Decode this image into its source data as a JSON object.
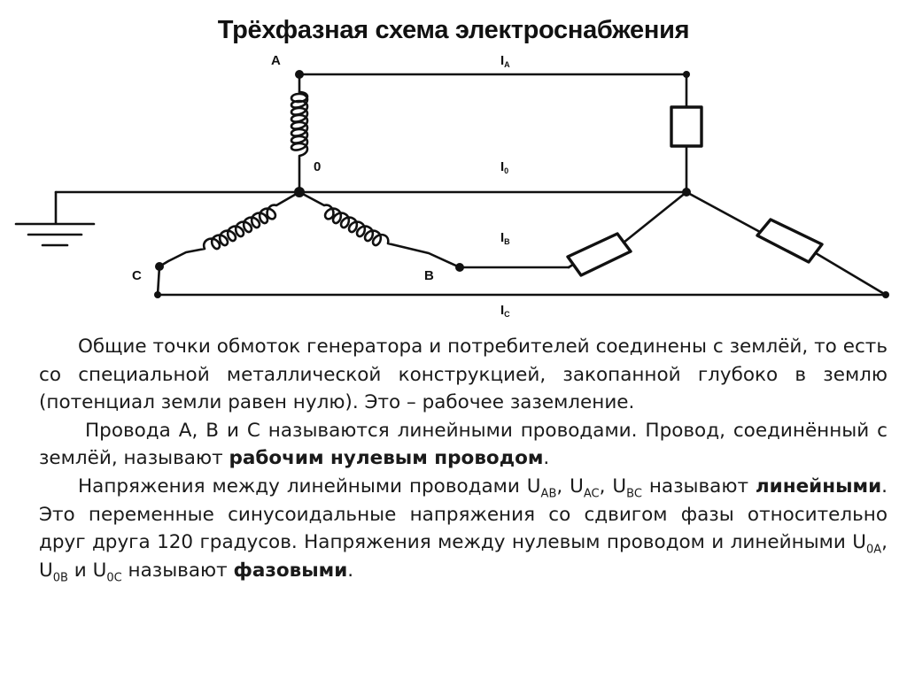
{
  "title": "Трёхфазная схема электроснабжения",
  "diagram": {
    "labels": {
      "A": "A",
      "B": "B",
      "C": "C",
      "zero": "0",
      "IA_main": "I",
      "IA_sub": "A",
      "I0_main": "I",
      "I0_sub": "0",
      "IB_main": "I",
      "IB_sub": "B",
      "IC_main": "I",
      "IC_sub": "C"
    }
  },
  "paragraphs": {
    "p1": "Общие точки обмоток генератора и потребителей соединены с землёй, то есть со специальной металлической конструкцией, закопанной глубоко в землю (потенциал земли равен нулю). Это – рабочее заземление.",
    "p2a": "Провода A, B и C называются линейными проводами. Провод, соединённый с землёй, называют ",
    "p2b": "рабочим нулевым проводом",
    "p2c": ".",
    "p3a": "Напряжения между линейными проводами U",
    "p3b": "AB",
    "p3c": ", U",
    "p3d": "AC",
    "p3e": ", U",
    "p3f": "BC",
    "p3g": " называют ",
    "p3h": "линейными",
    "p3i": ". Это переменные синусоидальные напряжения со сдвигом фазы относительно друг друга 120 градусов. Напряжения между нулевым проводом и линейными U",
    "p3j": "0A",
    "p3k": ", U",
    "p3l": "0B",
    "p3m": " и U",
    "p3n": "0C",
    "p3o": " называют ",
    "p3p": "фазовыми",
    "p3q": "."
  }
}
